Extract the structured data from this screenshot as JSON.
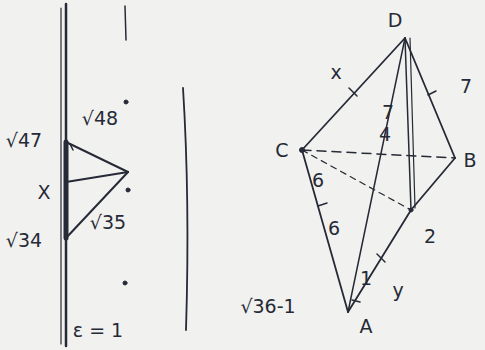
{
  "diagram": {
    "labels": [
      "√47",
      "√48",
      "X",
      "√34",
      "√35",
      "ε = 1",
      "D",
      "x",
      "7",
      "7",
      "4",
      "C",
      "B",
      "6",
      "6",
      "2",
      "1",
      "y",
      "A",
      "√36-1"
    ]
  }
}
